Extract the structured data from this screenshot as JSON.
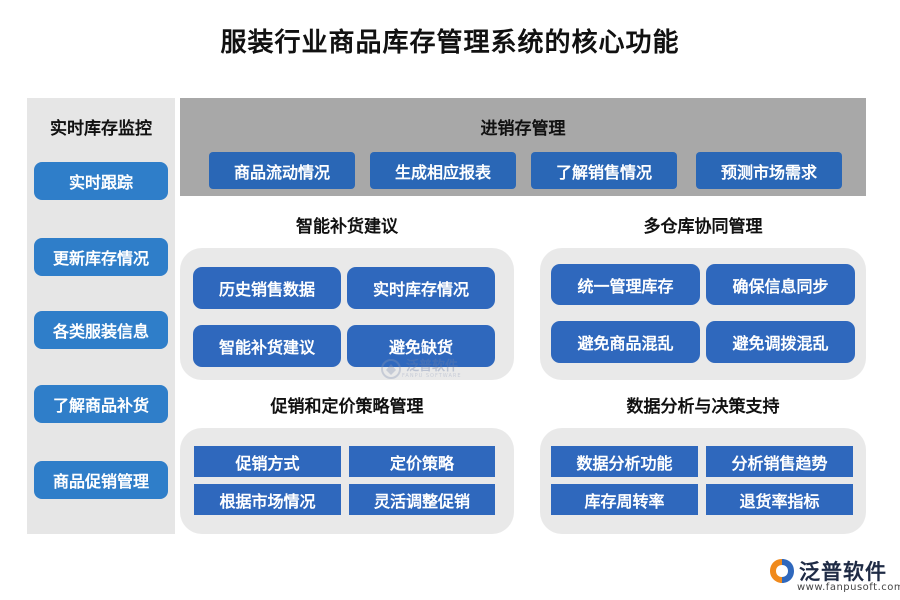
{
  "title": "服装行业商品库存管理系统的核心功能",
  "left": {
    "title": "实时库存监控",
    "items": [
      "实时跟踪",
      "更新库存情况",
      "各类服装信息",
      "了解商品补货",
      "商品促销管理"
    ]
  },
  "top": {
    "title": "进销存管理",
    "items": [
      "商品流动情况",
      "生成相应报表",
      "了解销售情况",
      "预测市场需求"
    ]
  },
  "sections": {
    "replenish": {
      "title": "智能补货建议",
      "items": [
        "历史销售数据",
        "实时库存情况",
        "智能补货建议",
        "避免缺货"
      ]
    },
    "warehouse": {
      "title": "多仓库协同管理",
      "items": [
        "统一管理库存",
        "确保信息同步",
        "避免商品混乱",
        "避免调拨混乱"
      ]
    },
    "promo": {
      "title": "促销和定价策略管理",
      "items": [
        "促销方式",
        "定价策略",
        "根据市场情况",
        "灵活调整促销"
      ]
    },
    "analysis": {
      "title": "数据分析与决策支持",
      "items": [
        "数据分析功能",
        "分析销售趋势",
        "库存周转率",
        "退货率指标"
      ]
    }
  },
  "watermark": {
    "text": "泛普软件",
    "sub": "FANPU SOFTWARE"
  },
  "logo": {
    "text": "泛普软件",
    "url": "www.fanpusoft.com",
    "icon": "fanpu-logo-icon",
    "colors": {
      "orange": "#f08a1c",
      "blue": "#2f68bd"
    }
  },
  "colors": {
    "btn_left": "#2f7ec9",
    "btn_dark": "#2a67b6",
    "cell": "#2f68bd",
    "panel_gray": "#a8a8a8",
    "panel_light": "#e6e6e6"
  }
}
